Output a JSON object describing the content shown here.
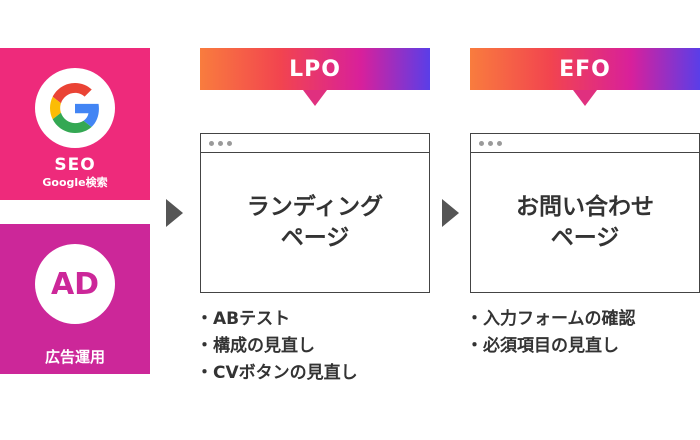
{
  "seo": {
    "label": "SEO",
    "sublabel": "Google検索",
    "icon": "google-g-icon"
  },
  "ad": {
    "badge": "AD",
    "label": "広告運用"
  },
  "lpo": {
    "header": "LPO",
    "window_title_line1": "ランディング",
    "window_title_line2": "ページ",
    "items": [
      "ABテスト",
      "構成の見直し",
      "CVボタンの見直し"
    ]
  },
  "efo": {
    "header": "EFO",
    "window_title_line1": "お問い合わせ",
    "window_title_line2": "ページ",
    "items": [
      "入力フォームの確認",
      "必須項目の見直し"
    ]
  },
  "colors": {
    "seo_panel": "#ee2a7b",
    "ad_panel": "#cc2799",
    "gradient_start": "#f97c3e",
    "gradient_end": "#5a3ee8",
    "arrow": "#555555"
  }
}
